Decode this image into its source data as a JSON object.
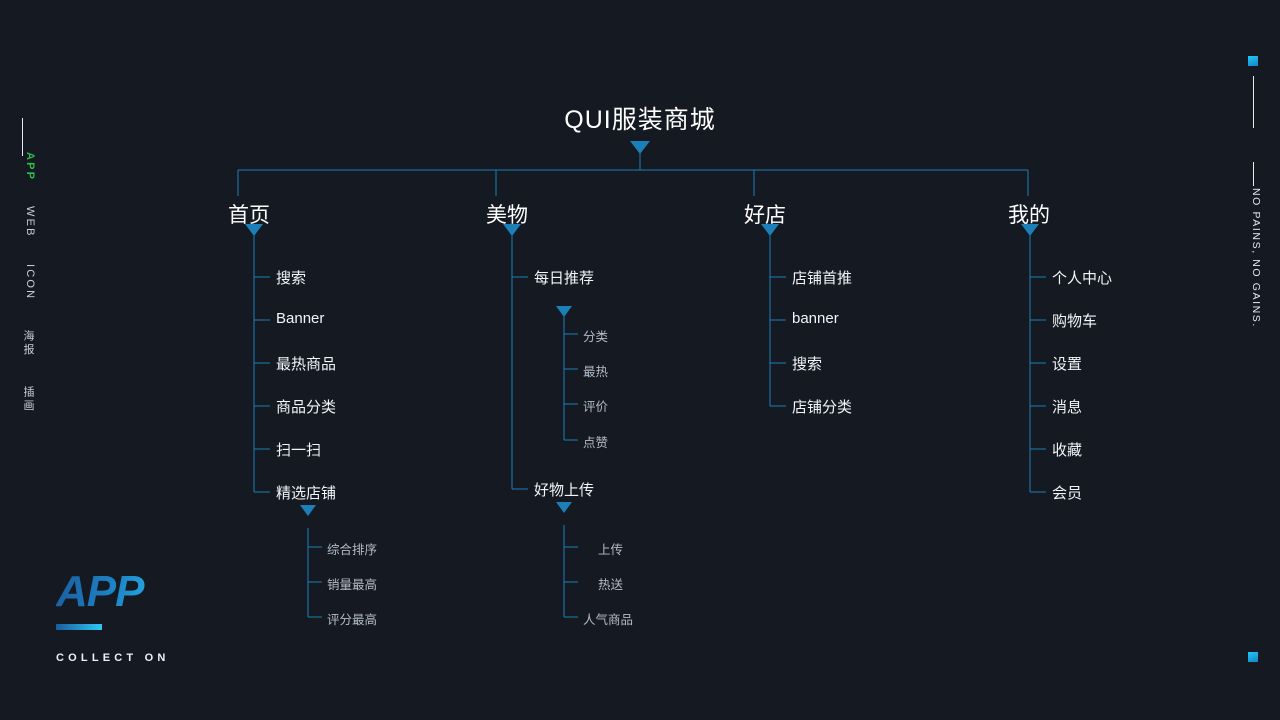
{
  "theme": {
    "background": "#141922",
    "line_color": "#1d7fb8",
    "accent_cyan": "#27c6f5",
    "active_green": "#2fbf4a",
    "text_primary": "#ffffff",
    "text_secondary": "#b4bcc7"
  },
  "left_rail": {
    "items": [
      {
        "label": "APP",
        "active": true
      },
      {
        "label": "WEB",
        "active": false
      },
      {
        "label": "ICON",
        "active": false
      },
      {
        "label": "海报",
        "active": false
      },
      {
        "label": "插画",
        "active": false
      }
    ]
  },
  "right_rail": {
    "slogan": "NO PAINS, NO GAINS."
  },
  "logo": {
    "word": "APP",
    "subtitle": "COLLECT ON"
  },
  "tree": {
    "title": "QUI服装商城",
    "branches": [
      {
        "label": "首页",
        "children": [
          {
            "label": "搜索",
            "children": []
          },
          {
            "label": "Banner",
            "children": []
          },
          {
            "label": "最热商品",
            "children": []
          },
          {
            "label": "商品分类",
            "children": []
          },
          {
            "label": "扫一扫",
            "children": []
          },
          {
            "label": "精选店铺",
            "children": [
              {
                "label": "综合排序"
              },
              {
                "label": "销量最高"
              },
              {
                "label": "评分最高"
              }
            ]
          }
        ]
      },
      {
        "label": "美物",
        "children": [
          {
            "label": "每日推荐",
            "children": [
              {
                "label": "分类"
              },
              {
                "label": "最热"
              },
              {
                "label": "评价"
              },
              {
                "label": "点赞"
              }
            ]
          },
          {
            "label": "好物上传",
            "children": [
              {
                "label": "上传"
              },
              {
                "label": "热送"
              },
              {
                "label": "人气商品"
              }
            ]
          }
        ]
      },
      {
        "label": "好店",
        "children": [
          {
            "label": "店铺首推",
            "children": []
          },
          {
            "label": "banner",
            "children": []
          },
          {
            "label": "搜索",
            "children": []
          },
          {
            "label": "店铺分类",
            "children": []
          }
        ]
      },
      {
        "label": "我的",
        "children": [
          {
            "label": "个人中心",
            "children": []
          },
          {
            "label": "购物车",
            "children": []
          },
          {
            "label": "设置",
            "children": []
          },
          {
            "label": "消息",
            "children": []
          },
          {
            "label": "收藏",
            "children": []
          },
          {
            "label": "会员",
            "children": []
          }
        ]
      }
    ]
  }
}
